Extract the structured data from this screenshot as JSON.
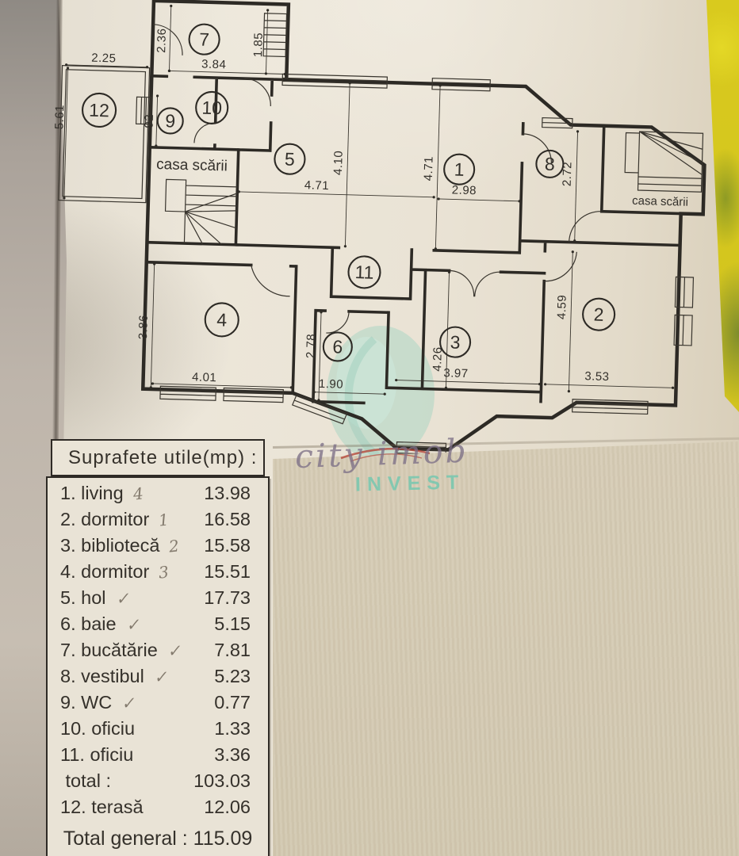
{
  "plan": {
    "stairwell_left": "casa scării",
    "stairwell_right": "casa scării",
    "rooms": {
      "r1": "1",
      "r2": "2",
      "r3": "3",
      "r4": "4",
      "r5": "5",
      "r6": "6",
      "r7": "7",
      "r8": "8",
      "r9": "9",
      "r10": "10",
      "r11": "11",
      "r12": "12"
    },
    "dims": {
      "kitchen_height": "2.36",
      "kitchen_width": "3.84",
      "kitchen_right": "1.85",
      "terrace_width": "2.25",
      "terrace_height": "5.61",
      "wc_width": "92",
      "hall_height": "4.10",
      "hall_width": "4.71",
      "living_height": "4.71",
      "living_width": "2.98",
      "vestibule_height": "2.72",
      "room4_height": "3.86",
      "room4_width": "4.01",
      "bath_height": "2.78",
      "bath_width": "1.90",
      "room3_height": "4.26",
      "room3_width": "3.97",
      "room2_height": "4.59",
      "room2_width": "3.53"
    }
  },
  "table": {
    "title": "Suprafete  utile(mp) :",
    "rows": [
      {
        "label": "1. living",
        "note": "4",
        "value": "13.98"
      },
      {
        "label": "2. dormitor",
        "note": "1",
        "value": "16.58"
      },
      {
        "label": "3. bibliotecă",
        "note": "2",
        "value": "15.58"
      },
      {
        "label": "4. dormitor",
        "note": "3",
        "value": "15.51"
      },
      {
        "label": "5. hol",
        "note": "✓",
        "value": "17.73"
      },
      {
        "label": "6. baie",
        "note": "✓",
        "value": "5.15"
      },
      {
        "label": "7. bucătărie",
        "note": "✓",
        "value": "7.81"
      },
      {
        "label": "8. vestibul",
        "note": "✓",
        "value": "5.23"
      },
      {
        "label": "9. WC",
        "note": "✓",
        "value": "0.77"
      },
      {
        "label": "10. oficiu",
        "note": "",
        "value": "1.33"
      },
      {
        "label": "11. oficiu",
        "note": "",
        "value": "3.36"
      },
      {
        "label": " total :",
        "note": "",
        "value": "103.03"
      },
      {
        "label": "12. terasă",
        "note": "",
        "value": "12.06"
      }
    ],
    "footer": "Total general : 115.09"
  },
  "watermark": {
    "brand": "city imob",
    "sub": "INVEST"
  },
  "colors": {
    "paper": "#eae3d5",
    "sheet": "#d7cdb7",
    "ink": "#2d2a25",
    "yellow": "#d9ca1e",
    "wm_teal": "#9fd3c2",
    "wm_purple": "#7c7086",
    "wm_red": "#b5473a"
  }
}
